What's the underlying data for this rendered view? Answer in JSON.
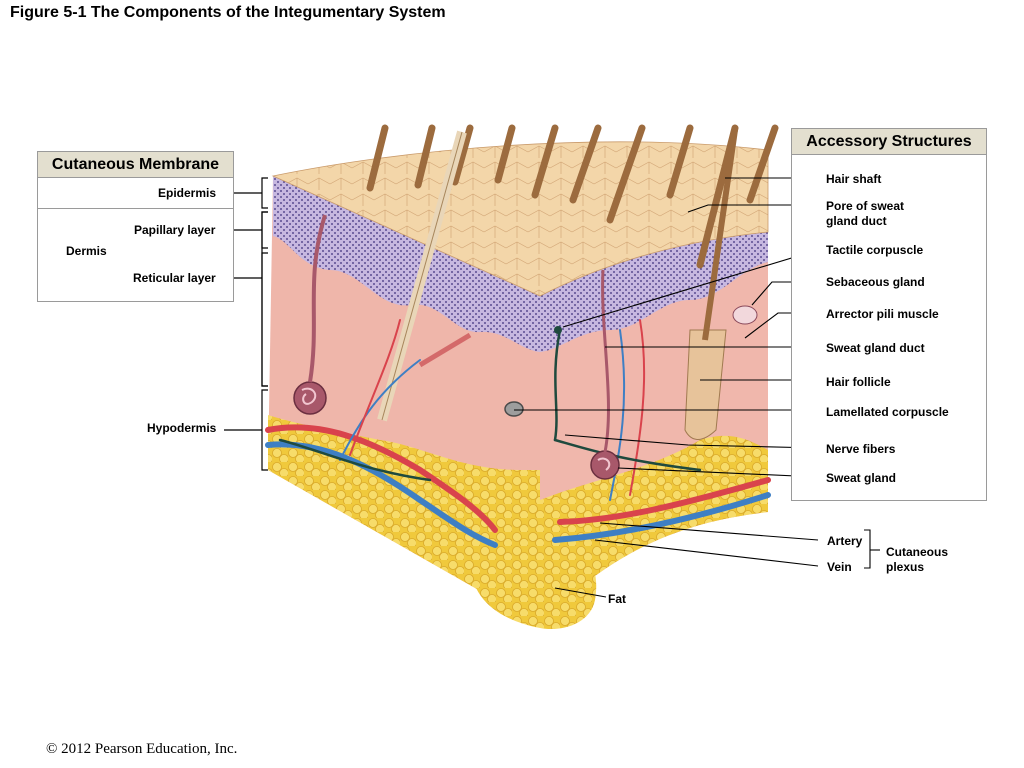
{
  "figure_title": "Figure 5-1  The Components of the Integumentary System",
  "copyright": "© 2012 Pearson Education, Inc.",
  "left_panel": {
    "title": "Cutaneous Membrane",
    "epidermis": "Epidermis",
    "dermis": "Dermis",
    "papillary_layer": "Papillary layer",
    "reticular_layer": "Reticular layer",
    "hypodermis": "Hypodermis"
  },
  "right_panel": {
    "title": "Accessory Structures",
    "labels": [
      "Hair shaft",
      "Pore of sweat\ngland duct",
      "Tactile corpuscle",
      "Sebaceous gland",
      "Arrector pili muscle",
      "Sweat gland duct",
      "Hair follicle",
      "Lamellated corpuscle",
      "Nerve fibers",
      "Sweat gland"
    ]
  },
  "bottom_labels": {
    "artery": "Artery",
    "vein": "Vein",
    "cutaneous_plexus": "Cutaneous\nplexus",
    "fat": "Fat"
  },
  "colors": {
    "panel_header": "#e3dfcf",
    "skin_surface": "#f1d3a6",
    "epidermis_band": "#b9a9d6",
    "dermis": "#f0b7ac",
    "fat": "#f2cf4a",
    "artery": "#d9434c",
    "vein": "#3e7fc4",
    "nerve": "#1f4a3e"
  }
}
